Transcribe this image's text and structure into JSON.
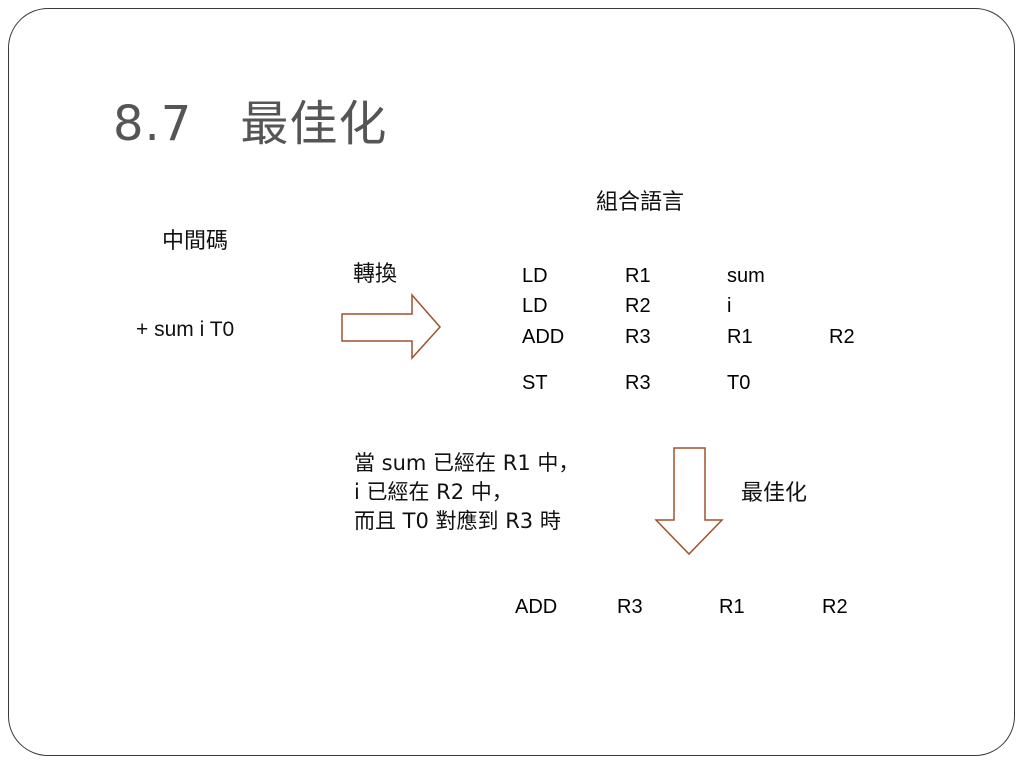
{
  "slide": {
    "title_number": "8.7",
    "title_text": "最佳化",
    "intermediate_label": "中間碼",
    "intermediate_code": "+ sum i T0",
    "convert_label": "轉換",
    "assembly_label": "組合語言",
    "assembly_rows": [
      [
        "LD",
        "R1",
        "sum",
        ""
      ],
      [
        "LD",
        "R2",
        "i",
        ""
      ],
      [
        "ADD",
        "R3",
        "R1",
        "R2"
      ],
      [
        "ST",
        "R3",
        "T0",
        ""
      ]
    ],
    "condition_lines": [
      "當 sum 已經在 R1 中，",
      "i 已經在 R2 中，",
      "而且 T0 對應到 R3 時"
    ],
    "optimize_label": "最佳化",
    "optimized_row": [
      "ADD",
      "R3",
      "R1",
      "R2"
    ]
  },
  "colors": {
    "arrow": "#a0522d",
    "title": "#555555",
    "frame": "#3a3a3a"
  }
}
